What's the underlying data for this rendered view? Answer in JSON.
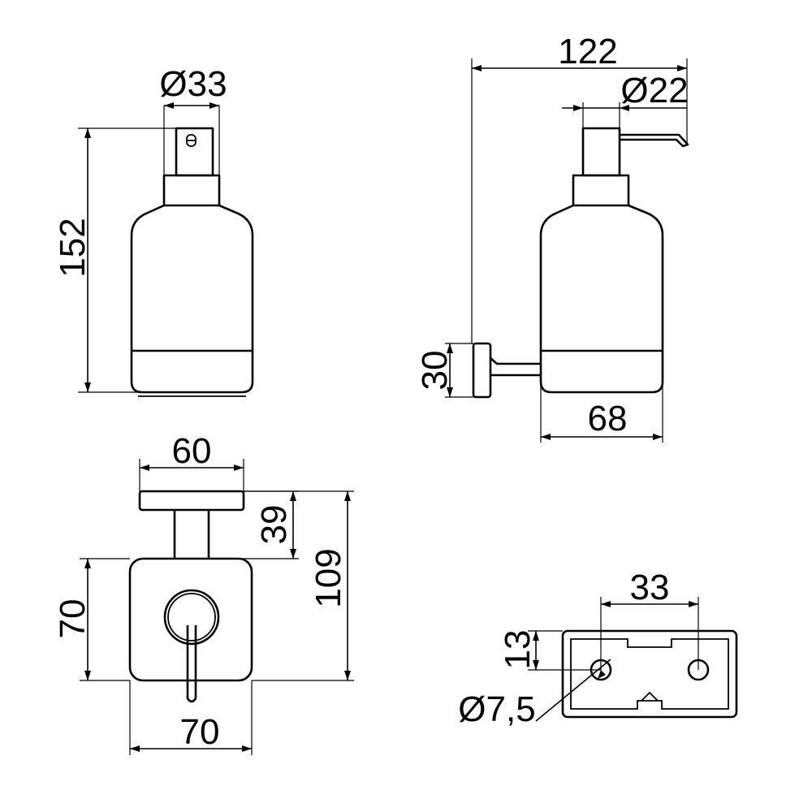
{
  "front_view": {
    "neck_diameter": "Ø33",
    "height": "152"
  },
  "side_view": {
    "overall_depth": "122",
    "nozzle_diameter": "Ø22",
    "bracket_height": "30",
    "base_width": "68"
  },
  "top_view": {
    "plate_width": "60",
    "arm_offset": "39",
    "total_depth": "109",
    "base_depth": "70",
    "base_width": "70"
  },
  "mount_view": {
    "hole_spacing": "33",
    "hole_offset": "13",
    "hole_diameter": "Ø7,5"
  }
}
